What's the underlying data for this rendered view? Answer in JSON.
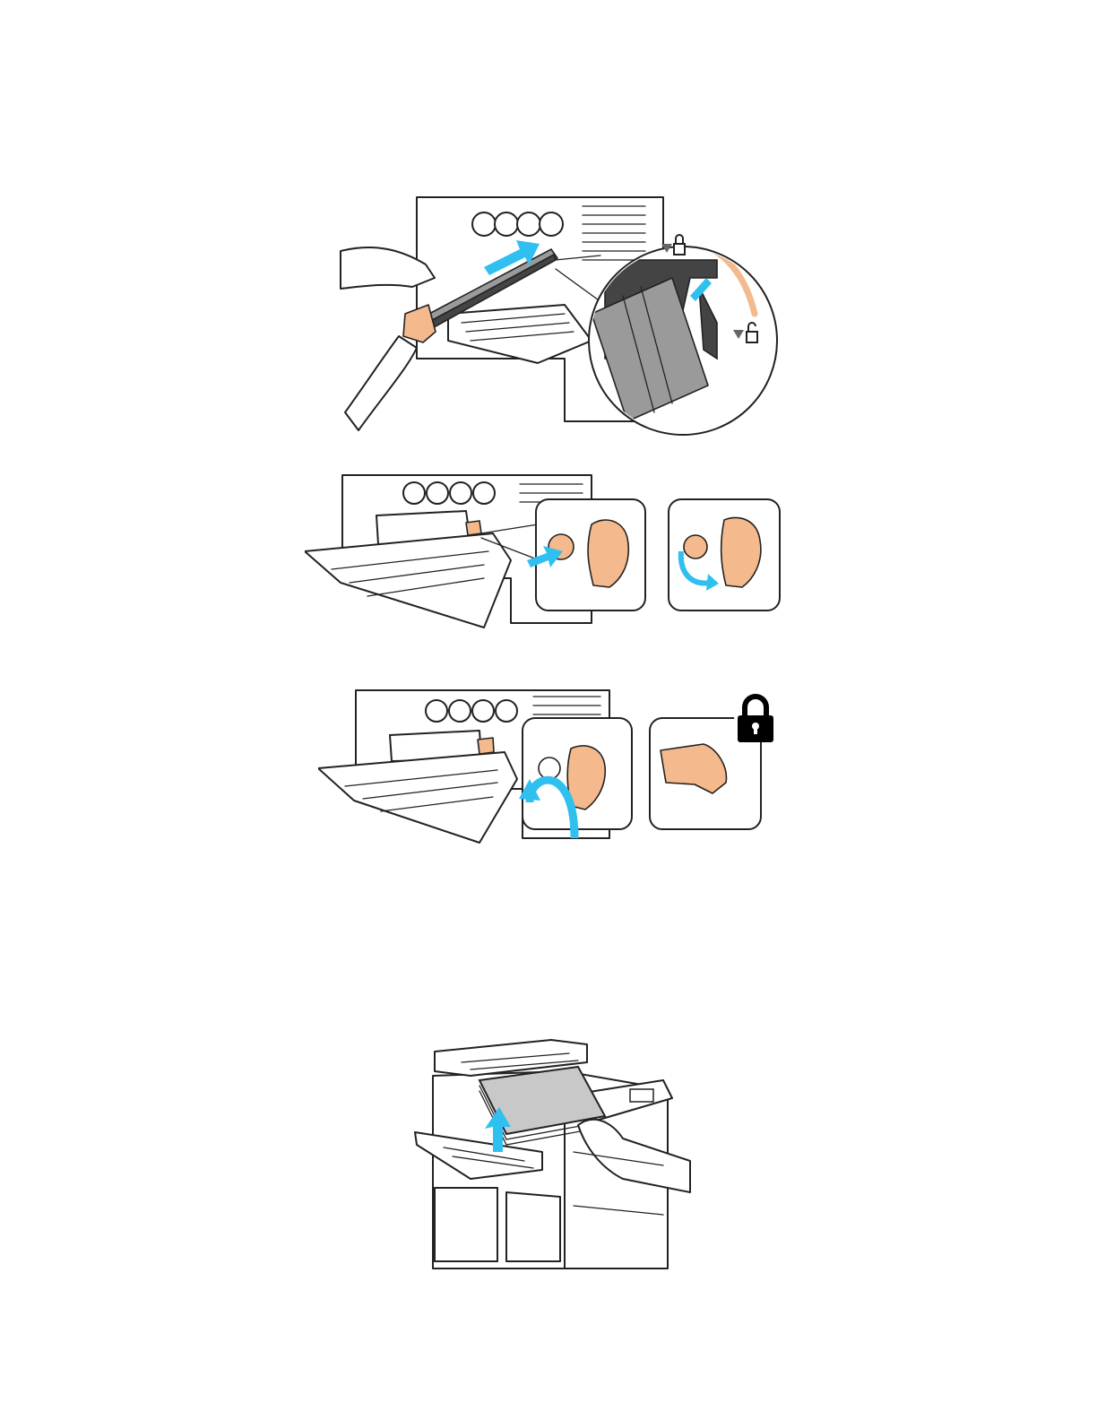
{
  "document": {
    "figures": [
      {
        "name": "install-drum-cartridge",
        "icons": [
          "lock-icon",
          "unlock-icon",
          "arrow-right-icon",
          "rotate-arrow-icon"
        ]
      },
      {
        "name": "push-and-rotate-lever",
        "icons": [
          "arrow-right-icon",
          "rotate-arrow-icon"
        ]
      },
      {
        "name": "lock-lever",
        "icons": [
          "lock-icon",
          "rotate-arrow-icon"
        ]
      },
      {
        "name": "close-front-door-load-paper",
        "icons": [
          "arrow-up-icon"
        ]
      }
    ],
    "colors": {
      "accent_blue": "#2fc0f0",
      "part_orange": "#f4b98c",
      "line": "#222222"
    }
  }
}
